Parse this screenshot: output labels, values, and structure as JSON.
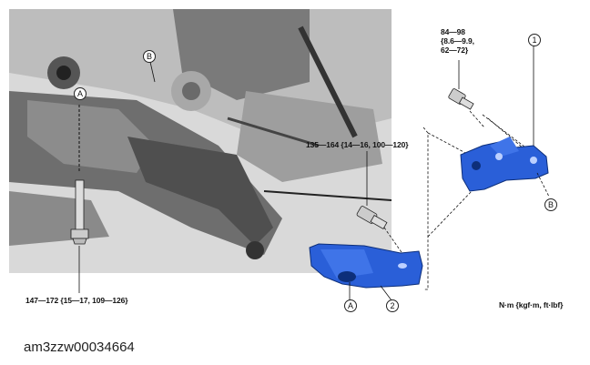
{
  "callouts": {
    "a_top": "A",
    "b_top": "B",
    "a_bottom": "A",
    "b_right": "B",
    "part_1": "1",
    "part_2": "2"
  },
  "torque": {
    "bracket_bolt": "84—98\n{8.6—9.9,\n62—72}",
    "front_bolt": "135—164 {14—16, 100—120}",
    "long_bolt": "147—172 {15—17, 109—126}"
  },
  "units": "N·m {kgf·m, ft·lbf}",
  "caption": "am3zzw00034664"
}
